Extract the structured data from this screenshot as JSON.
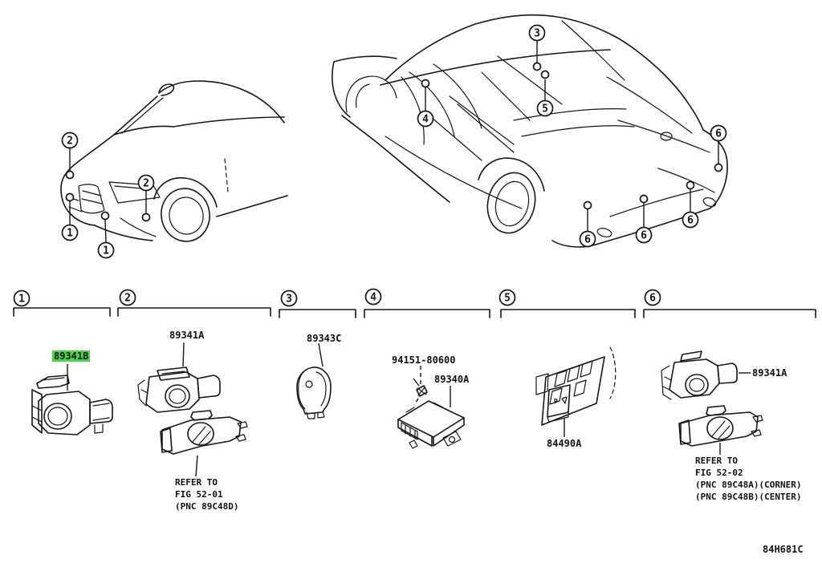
{
  "figure": {
    "code": "84H681C",
    "sections": [
      {
        "num": "1",
        "part": "89341B",
        "highlighted": true
      },
      {
        "num": "2",
        "part": "89341A",
        "note": {
          "l1": "REFER TO",
          "l2": "FIG 52-01",
          "l3": "(PNC 89C48D)"
        }
      },
      {
        "num": "3",
        "part": "89343C"
      },
      {
        "num": "4",
        "part": "94151-80600",
        "part2": "89340A"
      },
      {
        "num": "5",
        "part": "84490A",
        "switch_glyph": "P"
      },
      {
        "num": "6",
        "part": "89341A",
        "note": {
          "l1": "REFER TO",
          "l2": "FIG 52-02",
          "l3": "(PNC 89C48A)(CORNER)",
          "l4": "(PNC 89C48B)(CENTER)"
        }
      }
    ],
    "colors": {
      "highlight": "#45D945",
      "line": "#161616",
      "background": "#FFFFFF"
    }
  }
}
